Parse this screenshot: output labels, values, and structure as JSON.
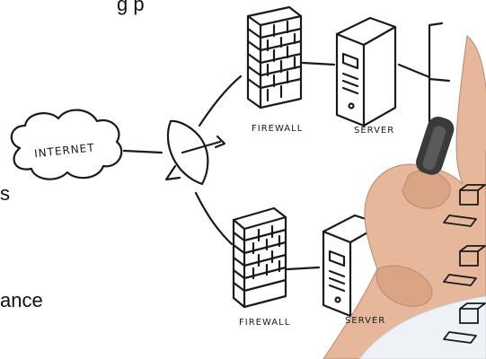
{
  "diagram": {
    "cloud_label": "INTERNET",
    "firewall_top_label": "FIREWALL",
    "server_top_label": "SERVER",
    "firewall_bottom_label": "FIREWALL",
    "server_bottom_label": "SERVER"
  },
  "left_text": {
    "top_fragment": "g p",
    "mid_fragment": "s",
    "bottom_fragment": "ance"
  },
  "colors": {
    "ink": "#1a1a1a",
    "pen_cap": "#3a3a3a",
    "skin": "#e6b79a",
    "shirt": "#eef2f6"
  }
}
